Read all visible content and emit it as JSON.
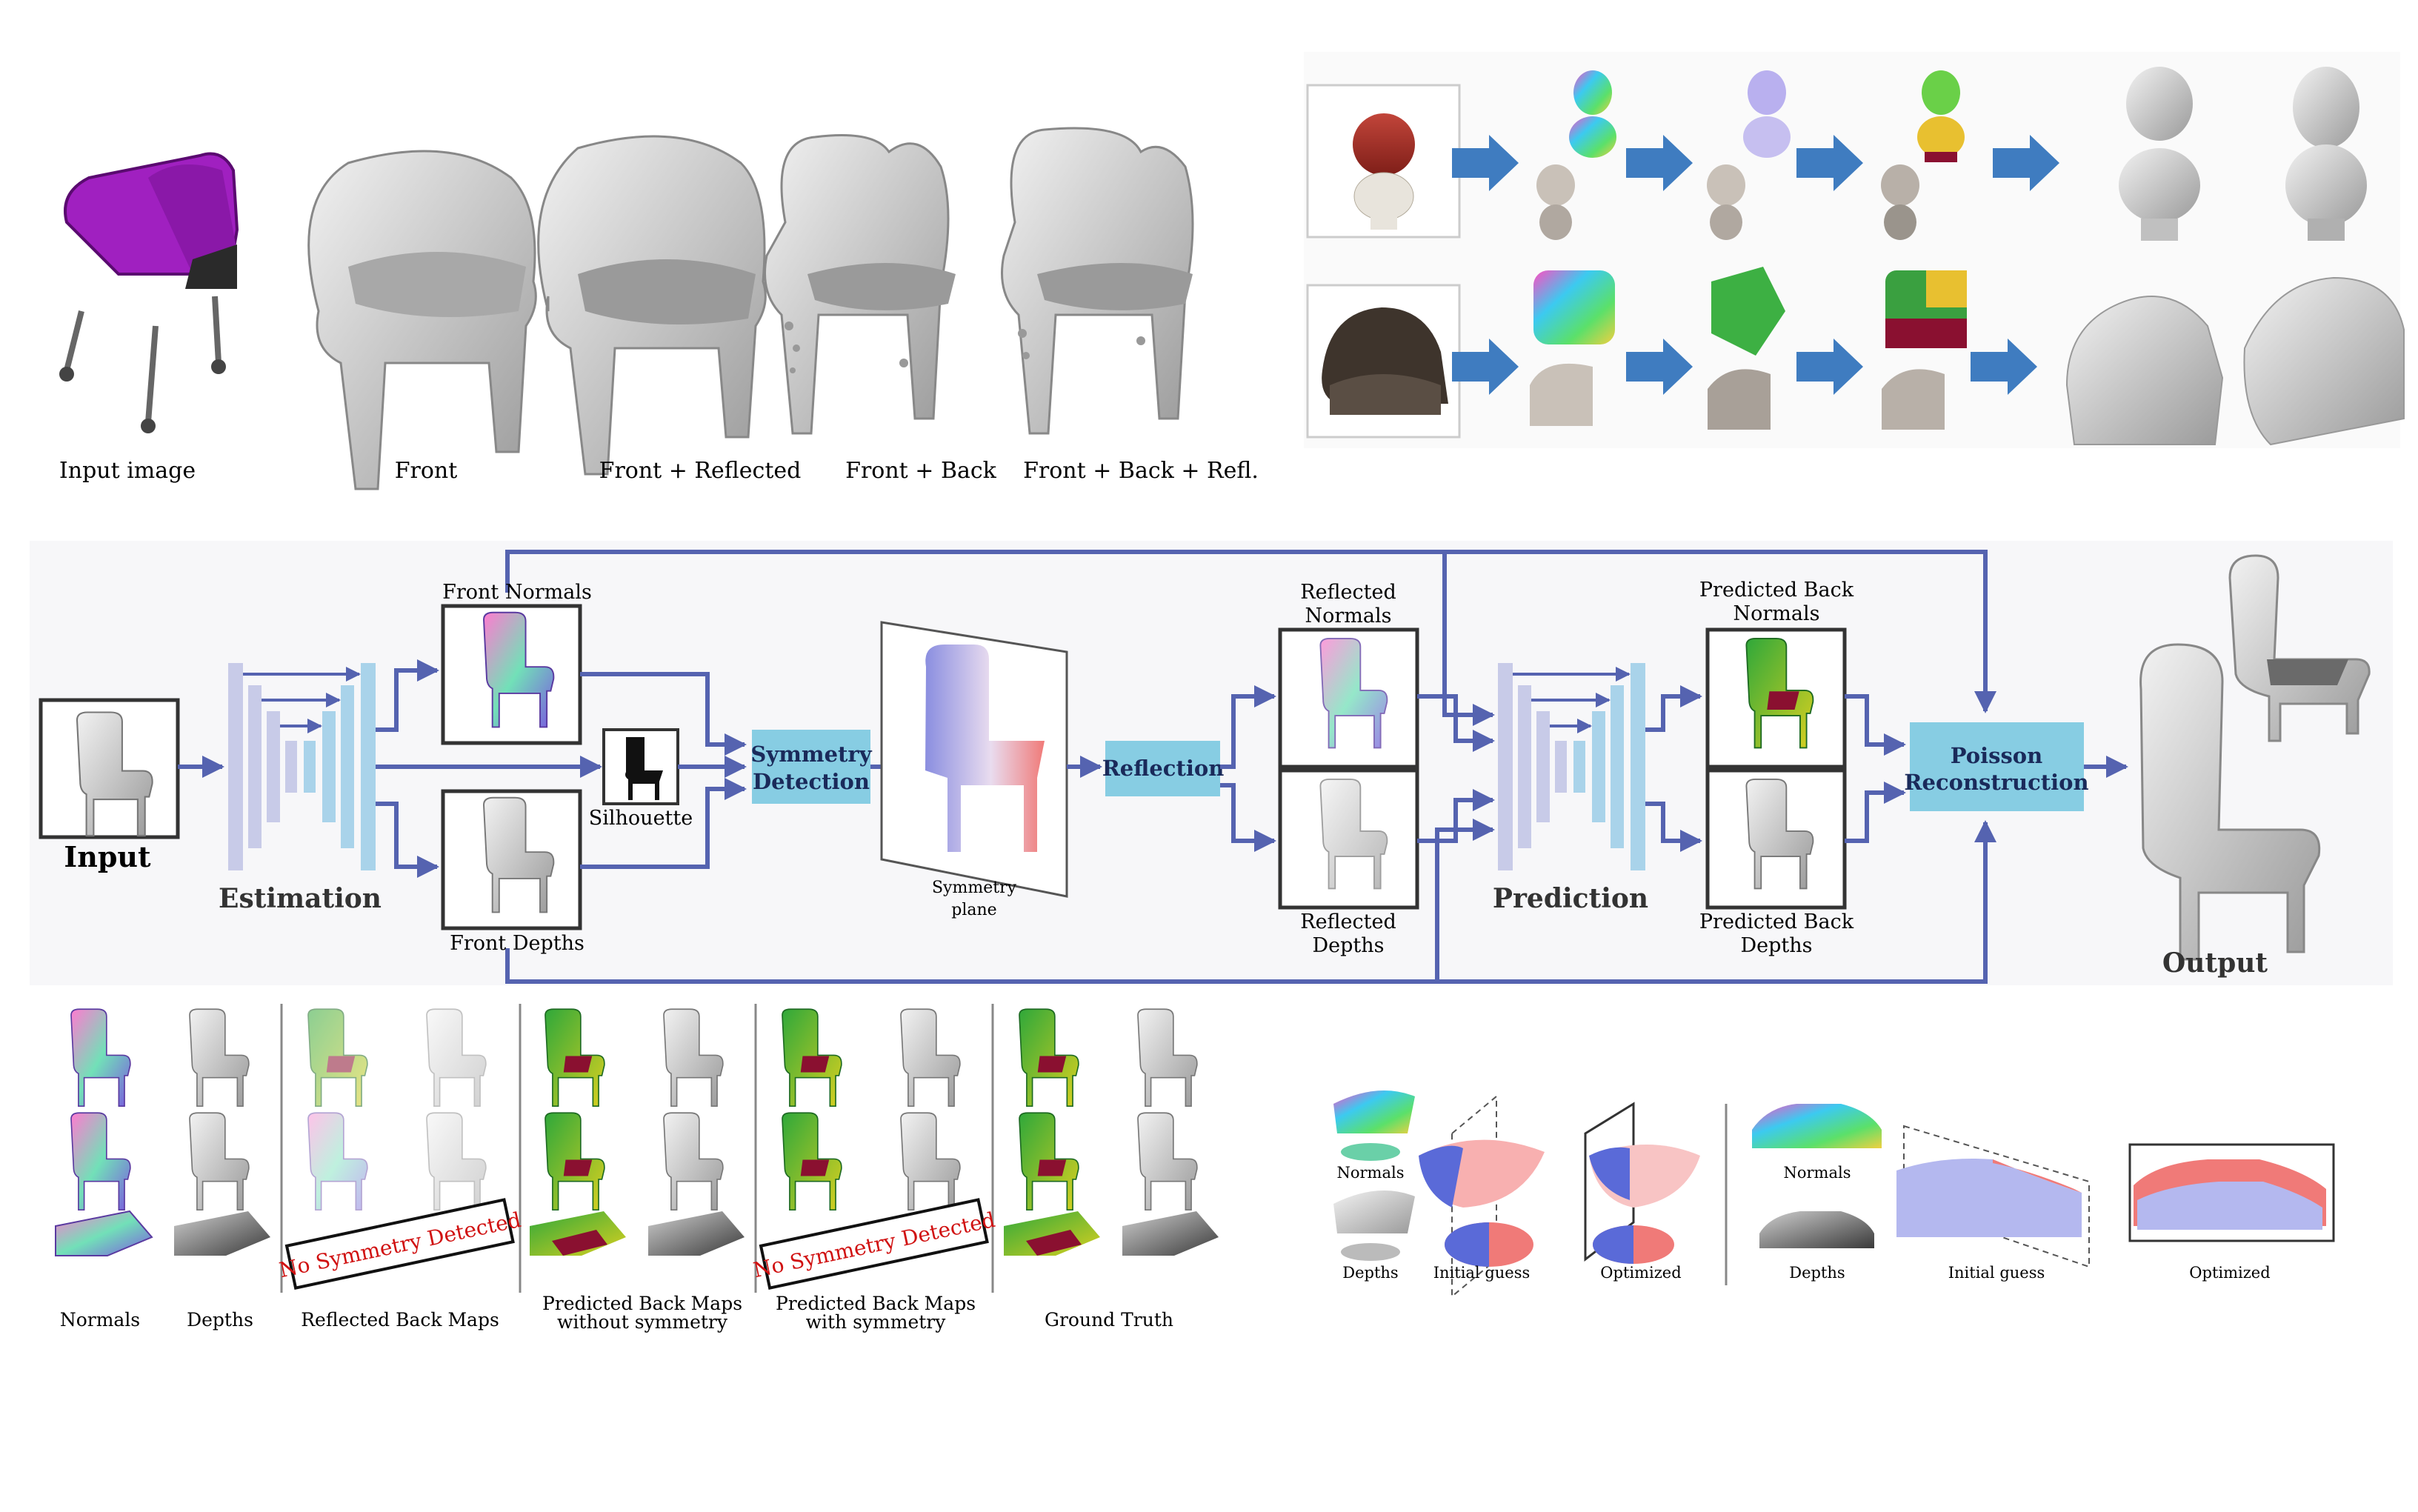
{
  "top_left": {
    "captions": [
      "Input image",
      "Front",
      "Front + Reflected",
      "Front + Back",
      "Front + Back + Refl."
    ]
  },
  "pipeline": {
    "input_label": "Input",
    "estimation_label": "Estimation",
    "front_normals_label": "Front Normals",
    "front_depths_label": "Front Depths",
    "silhouette_label": "Silhouette",
    "symmetry_detection": [
      "Symmetry",
      "Detection"
    ],
    "symmetry_plane": [
      "Symmetry",
      "plane"
    ],
    "reflection_label": "Reflection",
    "reflected_normals": [
      "Reflected",
      "Normals"
    ],
    "reflected_depths": [
      "Reflected",
      "Depths"
    ],
    "prediction_label": "Prediction",
    "predicted_back_normals": [
      "Predicted Back",
      "Normals"
    ],
    "predicted_back_depths": [
      "Predicted Back",
      "Depths"
    ],
    "poisson": [
      "Poisson",
      "Reconstruction"
    ],
    "output_label": "Output"
  },
  "bottom_left": {
    "columns": [
      "Normals",
      "Depths",
      "Reflected Back Maps",
      "Predicted Back Maps",
      "without symmetry",
      "Predicted Back Maps",
      "with symmetry",
      "Ground Truth"
    ],
    "no_symmetry": "No Symmetry Detected"
  },
  "bottom_right": {
    "labels": [
      "Normals",
      "Depths",
      "Initial guess",
      "Optimized",
      "Normals",
      "Depths",
      "Initial guess",
      "Optimized"
    ]
  },
  "colors": {
    "arrow": "#5563b0",
    "module": "#87cde3",
    "encoder": "#c8cbe8",
    "decoder": "#a9d3ea",
    "chair_purple": "#a020c0",
    "sym_red": "#f07a78",
    "sym_blue": "#8a8ee0",
    "maroon": "#8a1030",
    "green": "#3aa040",
    "flow_blue": "#3f7cc0",
    "red_text": "#d01010"
  }
}
